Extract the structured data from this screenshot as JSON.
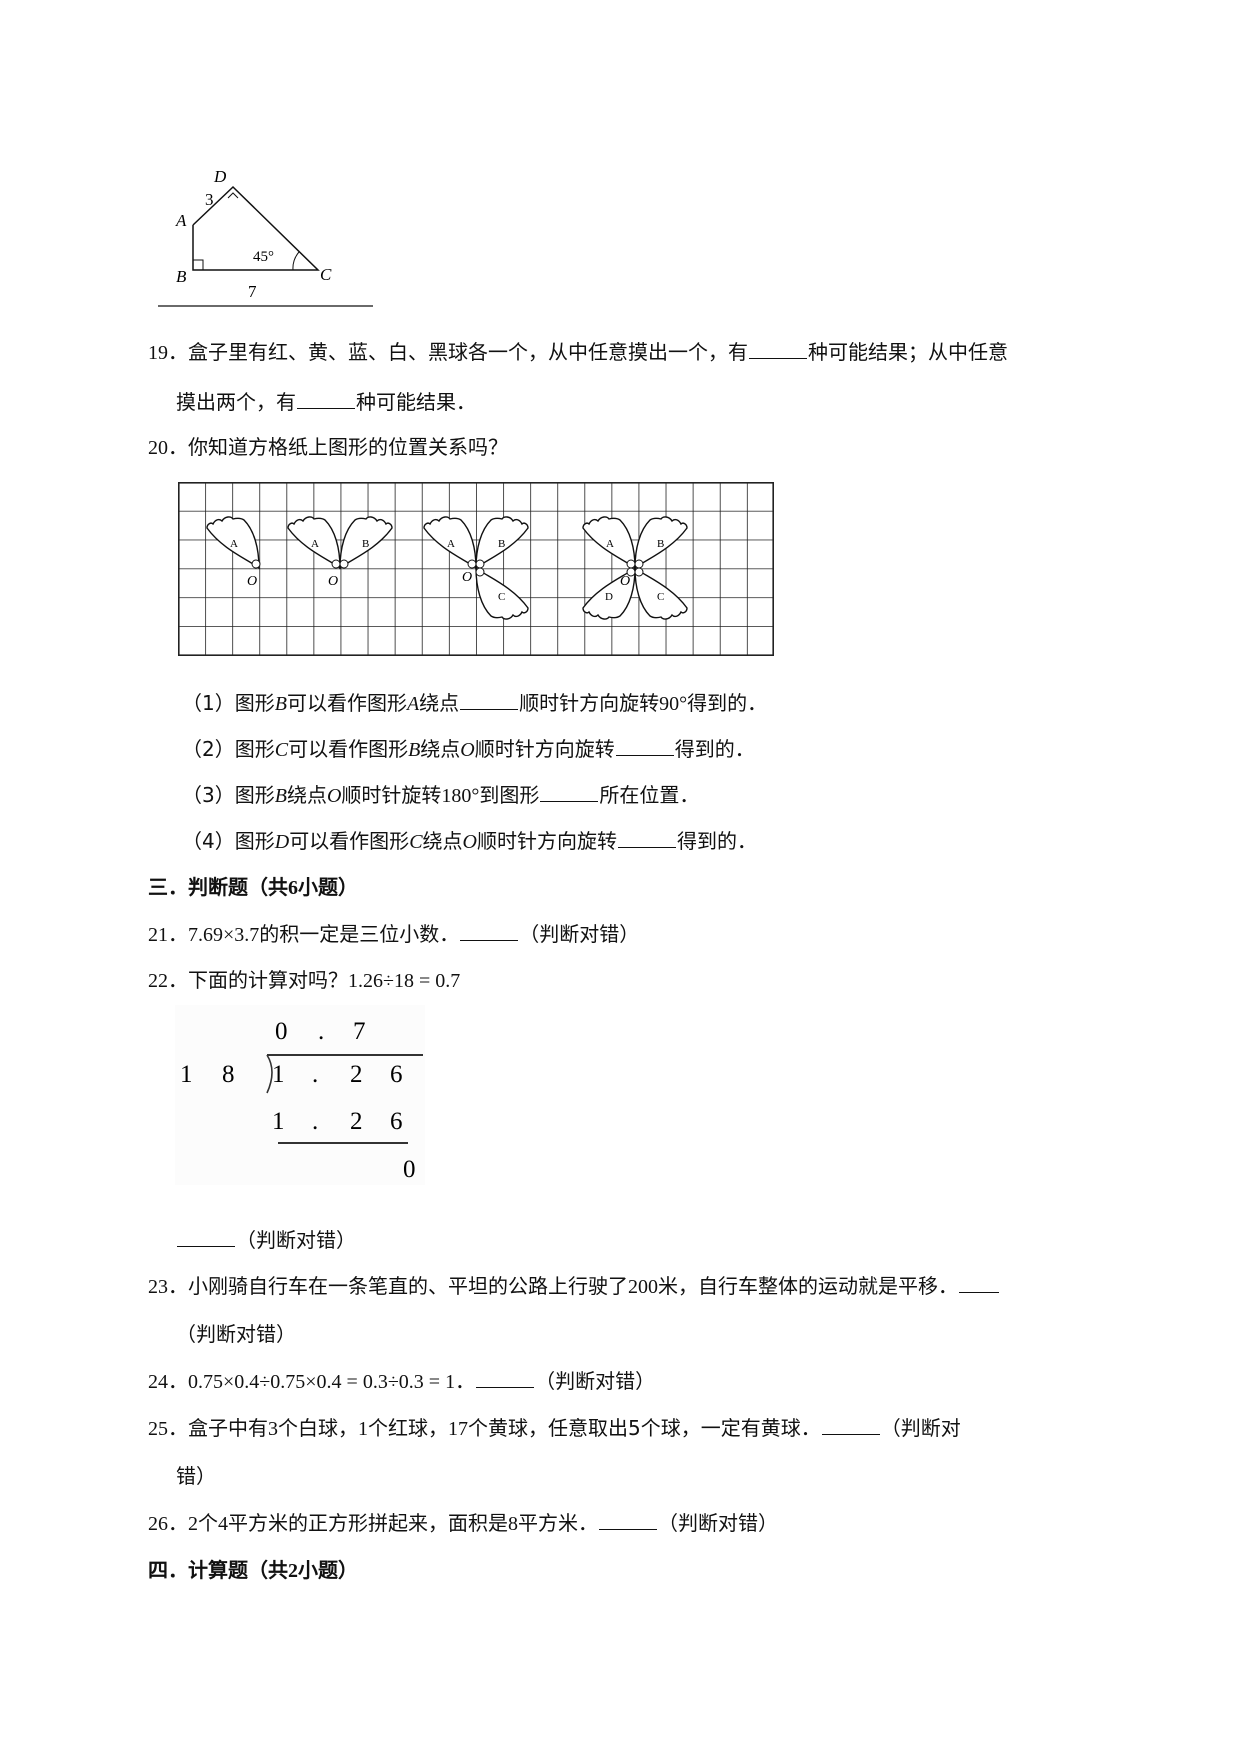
{
  "figure_18": {
    "labels": {
      "A": "A",
      "B": "B",
      "C": "C",
      "D": "D"
    },
    "side_AD": "3",
    "side_BC": "7",
    "angle_C": "45°"
  },
  "q19": {
    "num": "19．",
    "line1_a": "盒子里有红、黄、蓝、白、黑球各一个，从中任意摸出一个，有",
    "line1_b": "种可能结果；从中任意",
    "line2_a": "摸出两个，有",
    "line2_b": "种可能结果．"
  },
  "q20": {
    "num": "20．",
    "text": "你知道方格纸上图形的位置关系吗？",
    "grid": {
      "rows": 6,
      "cols": 22
    },
    "petal_labels": [
      "A",
      "B",
      "C",
      "D"
    ],
    "center_label": "O",
    "sub": [
      {
        "prefix": "（1）图形",
        "v1": "B",
        "mid1": "可以看作图形",
        "v2": "A",
        "mid2": "绕点",
        "after": "顺时针方向旋转",
        "num": "90°",
        "end": "得到的．"
      },
      {
        "prefix": "（2）图形",
        "v1": "C",
        "mid1": "可以看作图形",
        "v2": "B",
        "mid2": "绕点",
        "v3": "O",
        "after": "顺时针方向旋转",
        "end": "得到的．"
      },
      {
        "prefix": "（3）图形",
        "v1": "B",
        "mid1": "绕点",
        "v2": "O",
        "mid2": "顺时针旋转",
        "num": "180°",
        "mid3": "到图形",
        "end": "所在位置．"
      },
      {
        "prefix": "（4）图形",
        "v1": "D",
        "mid1": "可以看作图形",
        "v2": "C",
        "mid2": "绕点",
        "v3": "O",
        "after": "顺时针方向旋转",
        "end": "得到的．"
      }
    ]
  },
  "section3": {
    "title_a": "三．判断题（共",
    "count": "6",
    "title_b": "小题）"
  },
  "q21": {
    "num": "21．",
    "expr": "7.69×3.7",
    "text": "的积一定是三位小数．",
    "tail": "（判断对错）"
  },
  "q22": {
    "num": "22．",
    "text": "下面的计算对吗？",
    "expr": "1.26÷18 = 0.7",
    "division": {
      "quotient": [
        "0",
        ".",
        "7"
      ],
      "divisor": [
        "1",
        "8"
      ],
      "dividend": [
        "1",
        ".",
        "2",
        "6"
      ],
      "product": [
        "1",
        ".",
        "2",
        "6"
      ],
      "remainder": "0"
    },
    "tail": "（判断对错）"
  },
  "q23": {
    "num": "23．",
    "text_a": "小刚骑自行车在一条笔直的、平坦的公路上行驶了",
    "n": "200",
    "text_b": "米，自行车整体的运动就是平移．",
    "tail": "（判断对错）"
  },
  "q24": {
    "num": "24．",
    "expr": "0.75×0.4÷0.75×0.4 = 0.3÷0.3 = 1",
    "dot": "．",
    "tail": "（判断对错）"
  },
  "q25": {
    "num": "25．",
    "t1": "盒子中有",
    "n1": "3",
    "t2": "个白球，",
    "n2": "1",
    "t3": "个红球，",
    "n3": "17",
    "t4": "个黄球，任意取出",
    "n4": "5",
    "t5": "个球，一定有黄球．",
    "tail1": "（判断对",
    "tail2": "错）"
  },
  "q26": {
    "num": "26．",
    "n1": "2",
    "t1": "个",
    "n2": "4",
    "t2": "平方米的正方形拼起来，面积是",
    "n3": "8",
    "t3": "平方米．",
    "tail": "（判断对错）"
  },
  "section4": {
    "title_a": "四．计算题（共",
    "count": "2",
    "title_b": "小题）"
  }
}
